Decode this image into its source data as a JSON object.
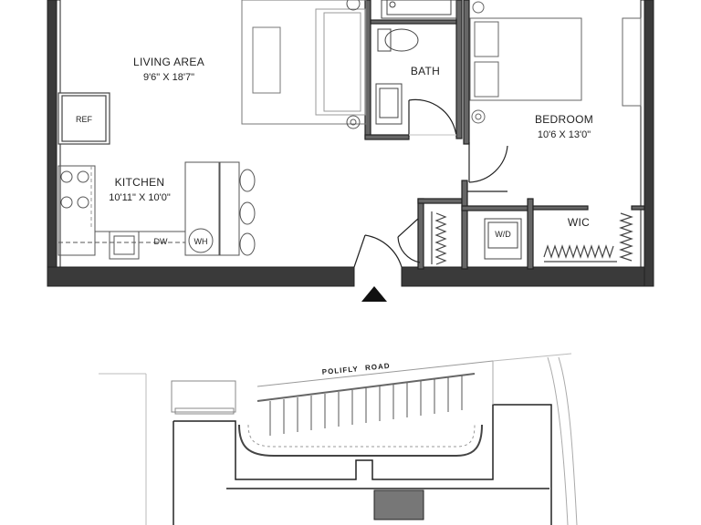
{
  "floorplan": {
    "rooms": {
      "living": {
        "name": "LIVING AREA",
        "size": "9'6\" X 18'7\""
      },
      "kitchen": {
        "name": "KITCHEN",
        "size": "10'11\" X 10'0\""
      },
      "bath": {
        "name": "BATH"
      },
      "bedroom": {
        "name": "BEDROOM",
        "size": "10'6 X 13'0\""
      },
      "wic": {
        "name": "WIC"
      }
    },
    "appliances": {
      "refrigerator": "REF",
      "dishwasher": "DW",
      "water_heater": "WH",
      "washer_dryer": "W/D"
    }
  },
  "site_plan": {
    "road_words": [
      "POLIFLY",
      "ROAD"
    ]
  }
}
